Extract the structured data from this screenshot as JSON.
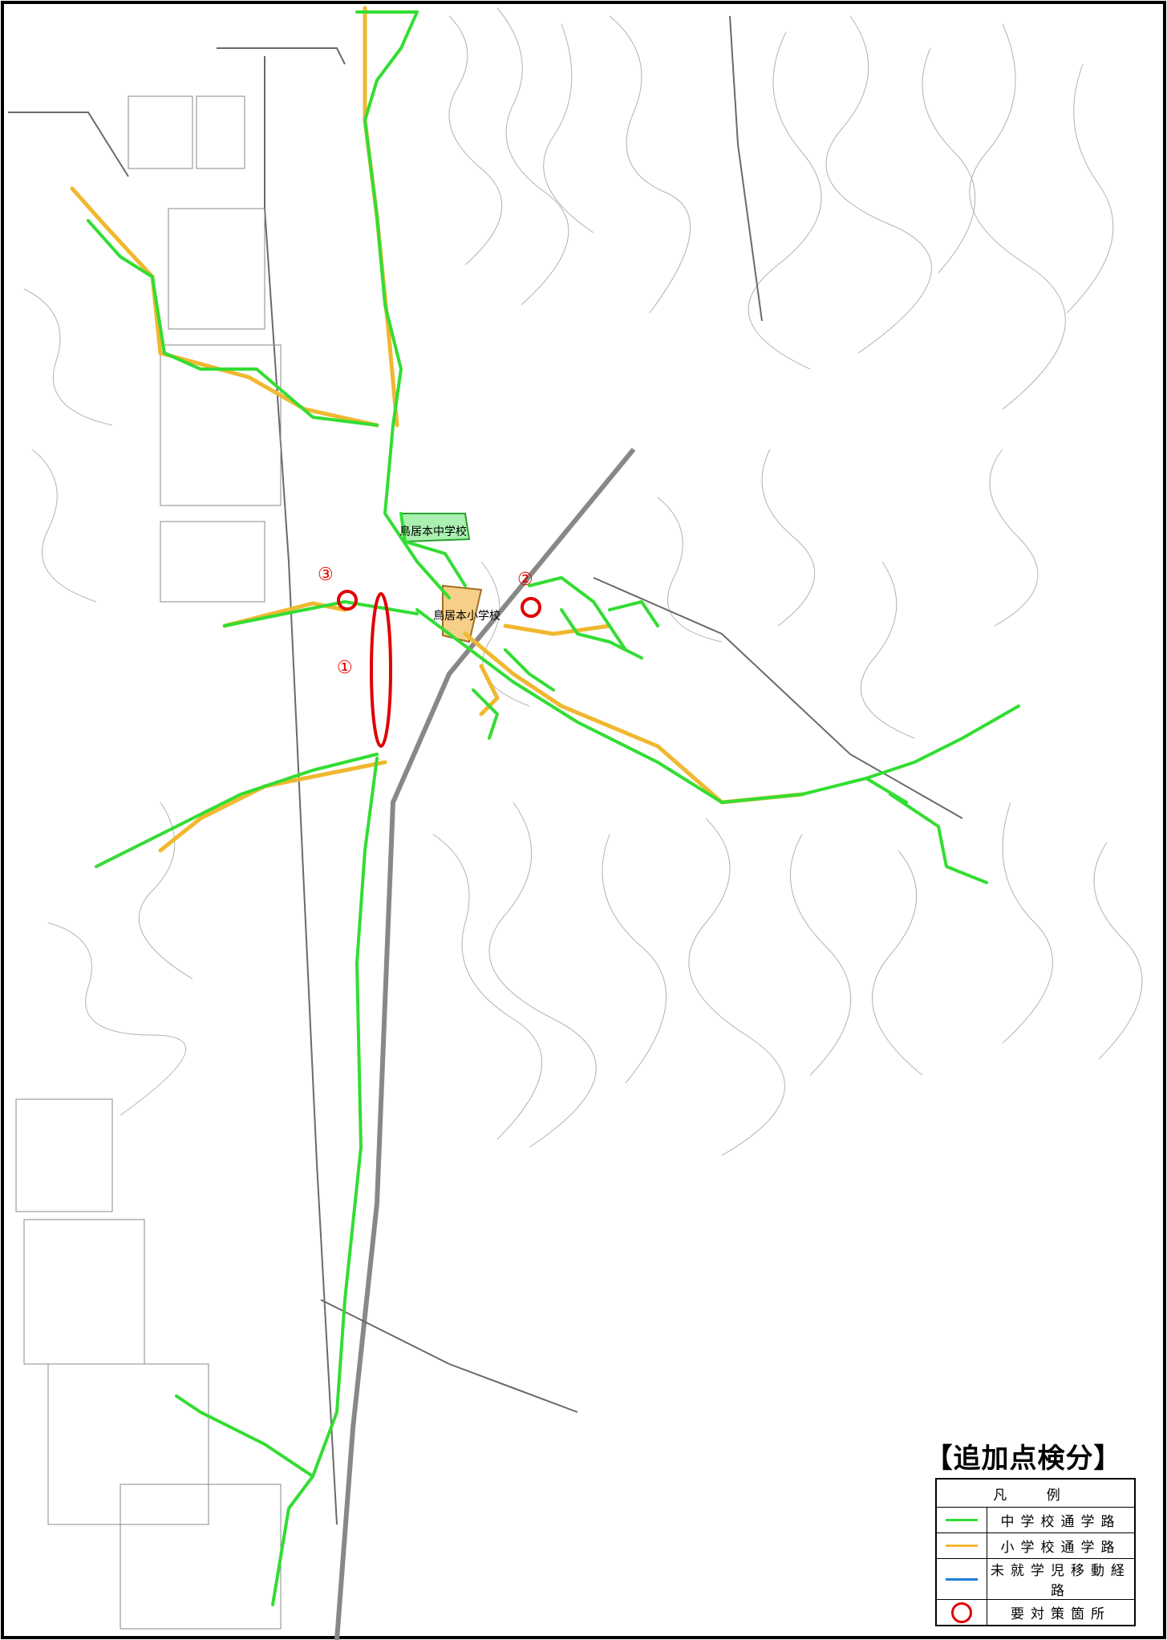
{
  "legend": {
    "title": "【追加点検分】",
    "header": "凡 例",
    "items": [
      {
        "label": "中学校通学路",
        "color": "#33dd33",
        "symbol": "line"
      },
      {
        "label": "小学校通学路",
        "color": "#f0b830",
        "symbol": "line"
      },
      {
        "label": "未就学児移動経路",
        "color": "#1e7fd8",
        "symbol": "line"
      },
      {
        "label": "要対策箇所",
        "color": "#e00000",
        "symbol": "circle"
      }
    ]
  },
  "schools": {
    "junior_high": "鳥居本中学校",
    "elementary": "鳥居本小学校"
  },
  "spots": [
    "①",
    "②",
    "③"
  ],
  "colors": {
    "junior_route": "#33dd33",
    "elementary_route": "#f0b830",
    "preschool_route": "#1e7fd8",
    "spot": "#e00000",
    "contour": "#9a9a9a",
    "road": "#666666"
  }
}
